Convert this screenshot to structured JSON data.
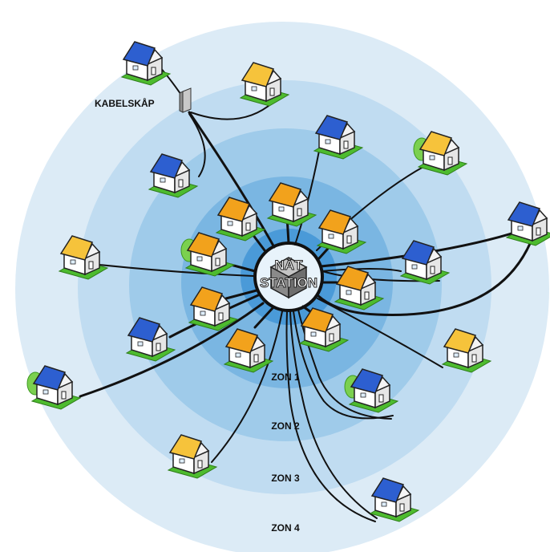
{
  "labels": {
    "cabinet": "KABELSKÅP",
    "station_line1": "NÄT",
    "station_line2": "STATION",
    "zone1": "ZON 1",
    "zone2": "ZON 2",
    "zone3": "ZON 3",
    "zone4": "ZON 4"
  },
  "colors": {
    "zone4_ring": "#dcebf6",
    "zone3_ring": "#c0dcf1",
    "zone2_ring": "#9fcbea",
    "zone1_ring": "#7ab6e2",
    "station_ring": "#4a9ad8",
    "station_inner": "#e8f3fb",
    "roof_blue": "#2d5fd0",
    "roof_orange": "#f2a21c",
    "roof_yellow": "#f6c33b",
    "lawn": "#4dbb2f",
    "bush": "#7bd04f",
    "cable": "#111111"
  },
  "houses": [
    {
      "name": "house-top-left-blue",
      "roof": "blue"
    },
    {
      "name": "house-top-yellow",
      "roof": "yellow"
    },
    {
      "name": "house-top-center-blue",
      "roof": "blue"
    },
    {
      "name": "house-top-right-yellow-bush",
      "roof": "yellow",
      "bush": true
    },
    {
      "name": "house-left-blue",
      "roof": "blue"
    },
    {
      "name": "house-inner-top-orange",
      "roof": "orange"
    },
    {
      "name": "house-inner-left-top-orange",
      "roof": "orange"
    },
    {
      "name": "house-inner-right-orange",
      "roof": "orange"
    },
    {
      "name": "house-far-right-blue",
      "roof": "blue"
    },
    {
      "name": "house-far-left-yellow",
      "roof": "yellow"
    },
    {
      "name": "house-inner-left-orange-bush",
      "roof": "orange",
      "bush": true
    },
    {
      "name": "house-right-blue",
      "roof": "blue"
    },
    {
      "name": "house-inner-right-low-orange",
      "roof": "orange"
    },
    {
      "name": "house-inner-lower-left-orange",
      "roof": "orange"
    },
    {
      "name": "house-lower-left-blue",
      "roof": "blue"
    },
    {
      "name": "house-inner-bottom-right-orange",
      "roof": "orange"
    },
    {
      "name": "house-inner-bottom-left-orange",
      "roof": "orange"
    },
    {
      "name": "house-right-low-yellow",
      "roof": "yellow"
    },
    {
      "name": "house-far-left-low-blue-bush",
      "roof": "blue",
      "bush": true
    },
    {
      "name": "house-lower-right-blue-bush",
      "roof": "blue",
      "bush": true
    },
    {
      "name": "house-bottom-left-yellow",
      "roof": "yellow"
    },
    {
      "name": "house-bottom-right-blue",
      "roof": "blue"
    }
  ]
}
